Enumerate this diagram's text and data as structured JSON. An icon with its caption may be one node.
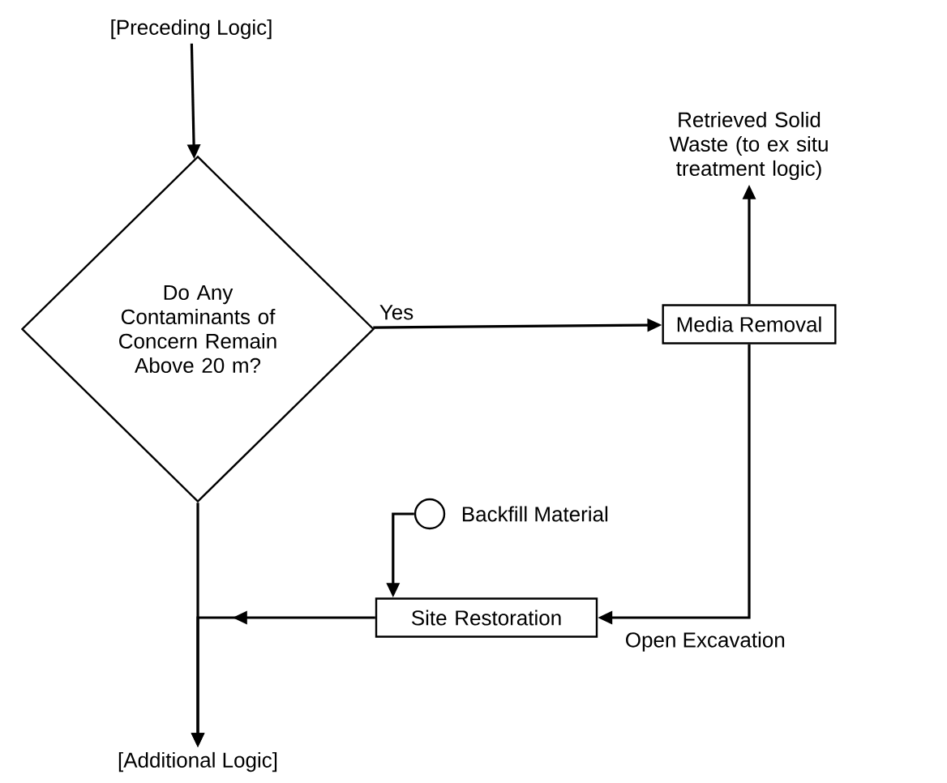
{
  "diagram": {
    "nodes": [
      {
        "text": [
          "[Preceding Logic]"
        ]
      },
      {
        "text": [
          "Do Any Contaminants of Concern Remain Above 20 m?"
        ]
      },
      {
        "text": [
          "Media Removal"
        ]
      },
      {
        "text": [
          "Retrieved Solid Waste (to ex situ treatment logic)"
        ]
      },
      {
        "text": [
          "Site Restoration"
        ]
      },
      {
        "text": [],
        "shape": "circle",
        "beside": [
          "Backfill Material"
        ]
      },
      {
        "text": [
          "[Additional Logic]"
        ]
      }
    ],
    "edges": [
      {
        "from": 0,
        "to": 1,
        "arrow": "to"
      },
      {
        "from": 1,
        "to": 2,
        "arrow": "to",
        "label": "Yes"
      },
      {
        "from": 1,
        "to": 6,
        "arrow": "to"
      },
      {
        "from": 2,
        "to": 3,
        "arrow": "to"
      },
      {
        "from": 2,
        "to": 4,
        "arrow": "to",
        "label": "Open Excavation"
      },
      {
        "from": 5,
        "to": 4,
        "arrow": "to"
      },
      {
        "from": 4,
        "to": 6,
        "arrow": "to"
      }
    ]
  }
}
